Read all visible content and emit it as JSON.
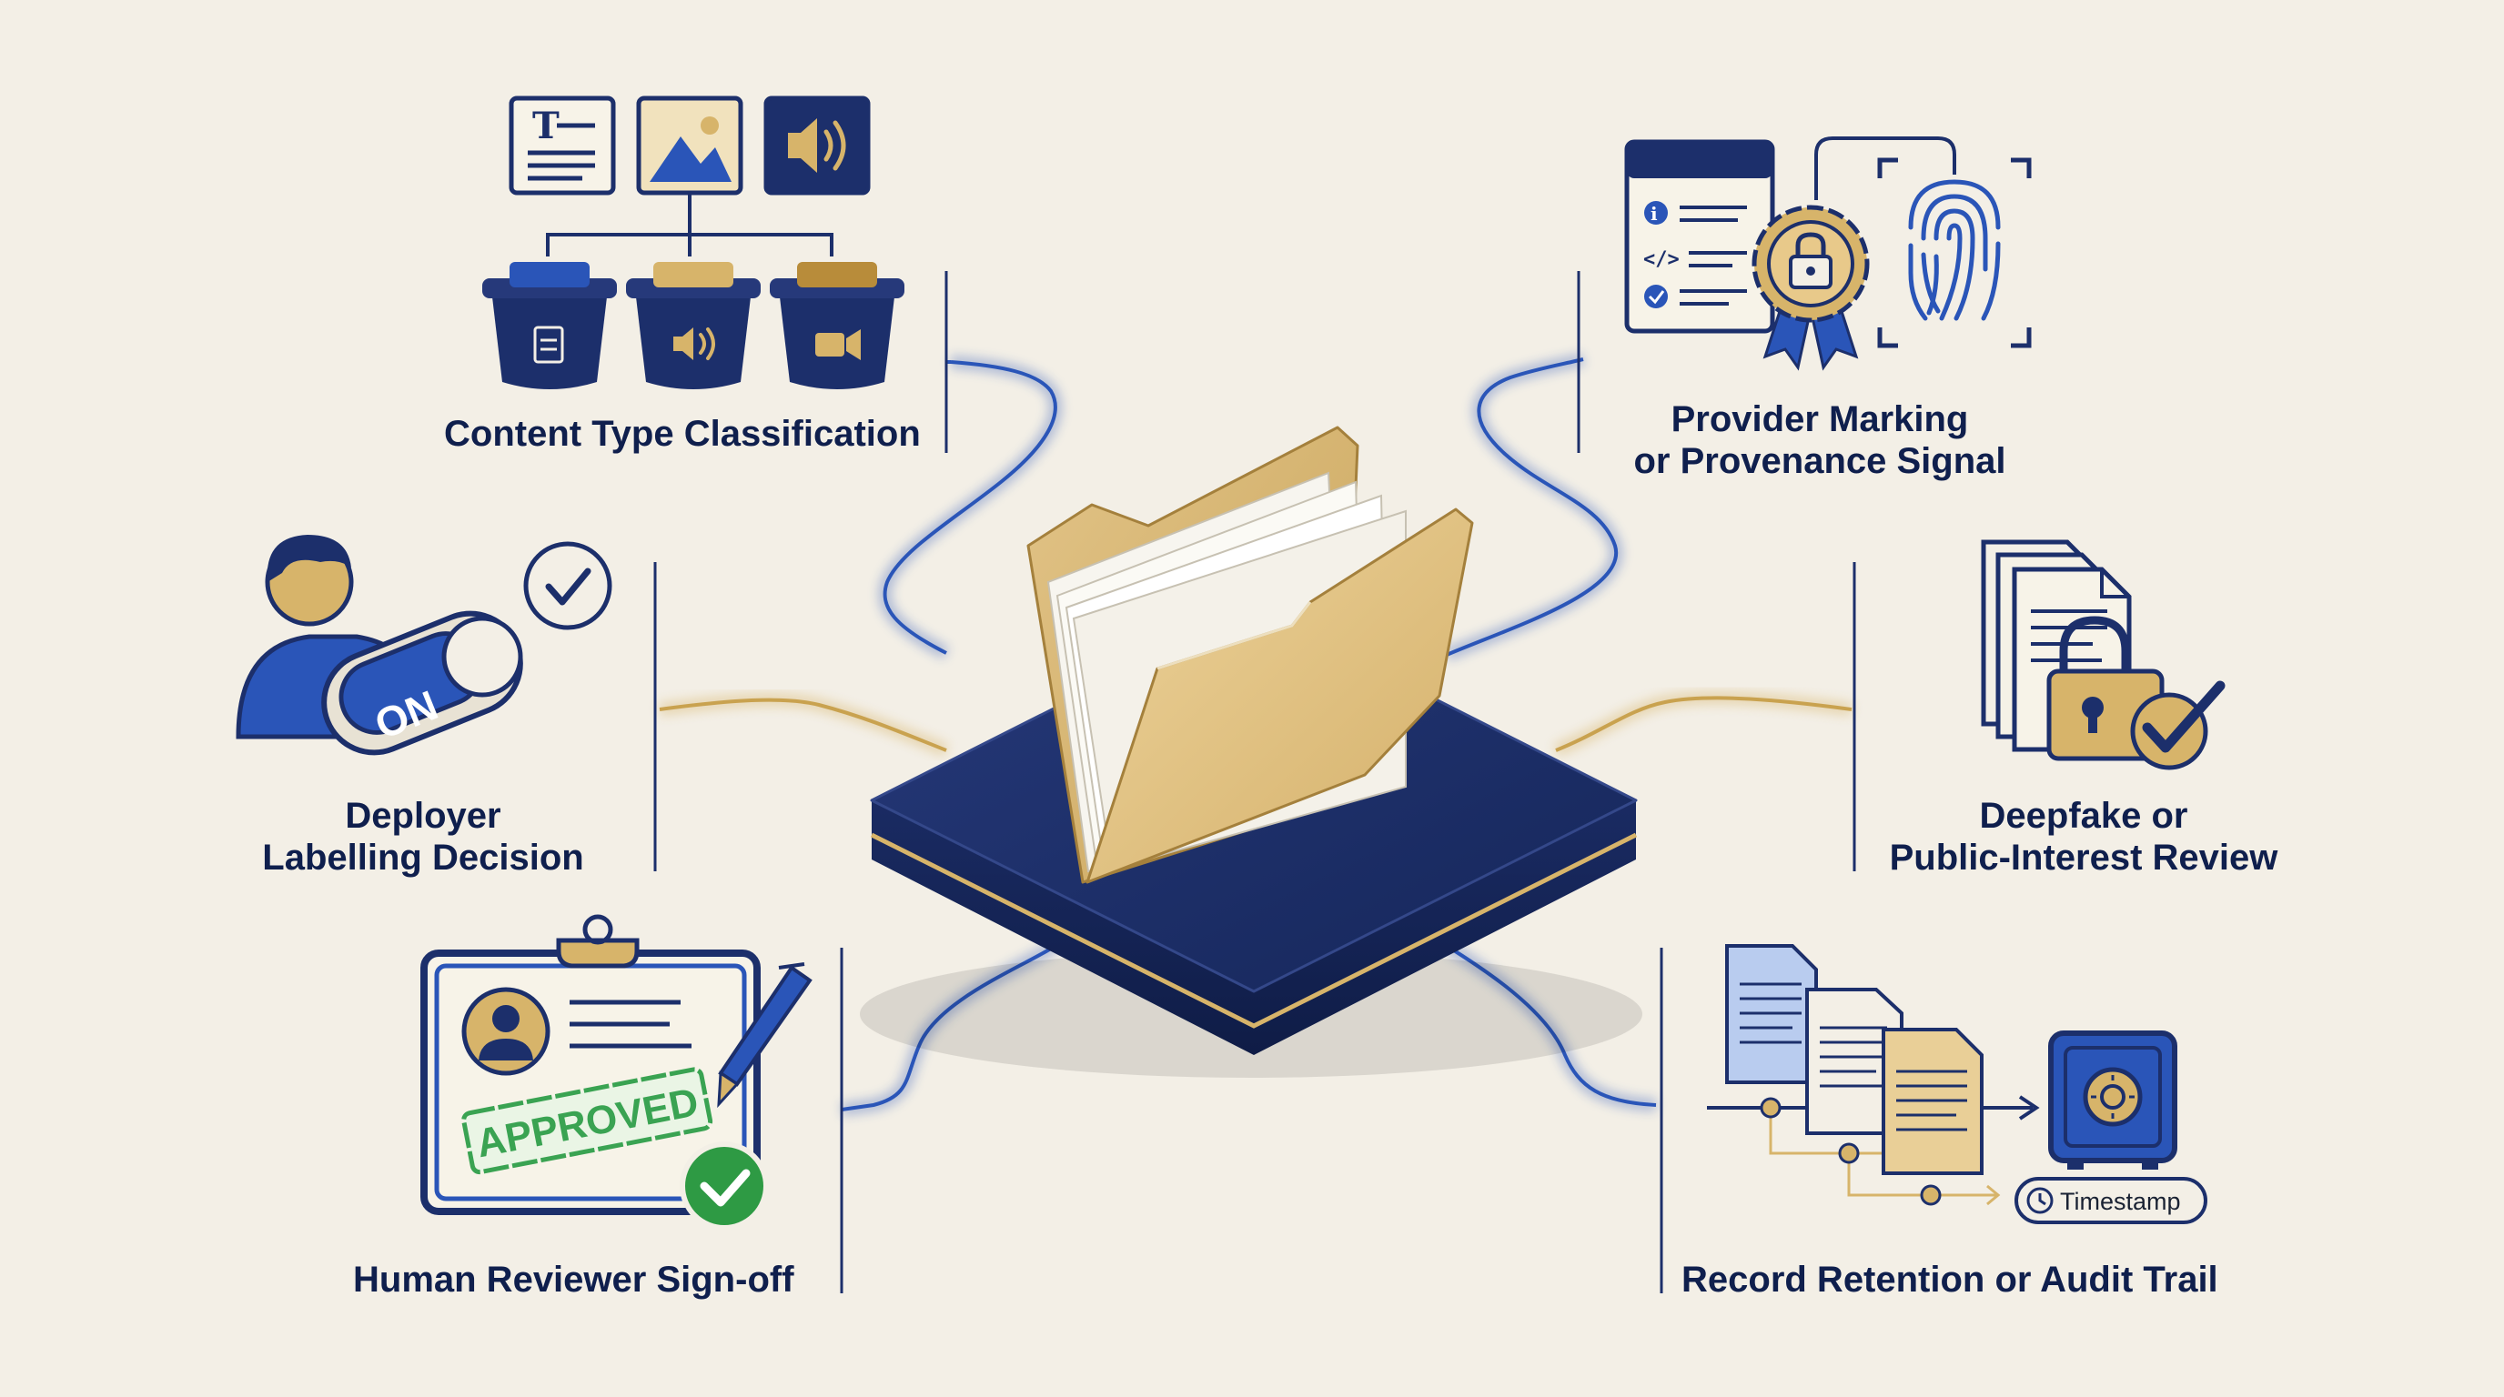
{
  "colors": {
    "navy": "#1c2f6b",
    "blue": "#2a55b8",
    "gold": "#d7b46a",
    "cream": "#f3efe6",
    "green": "#2e9a44"
  },
  "labels": {
    "content_type": "Content Type Classification",
    "provider_1": "Provider Marking",
    "provider_2": "or Provenance Signal",
    "deployer_1": "Deployer",
    "deployer_2": "Labelling Decision",
    "deepfake_1": "Deepfake or",
    "deepfake_2": "Public-Interest Review",
    "human": "Human Reviewer Sign-off",
    "record": "Record Retention or Audit Trail"
  },
  "icons": {
    "text_card": "T",
    "toggle": "ON",
    "stamp": "APPROVED",
    "timestamp": "Timestamp"
  }
}
